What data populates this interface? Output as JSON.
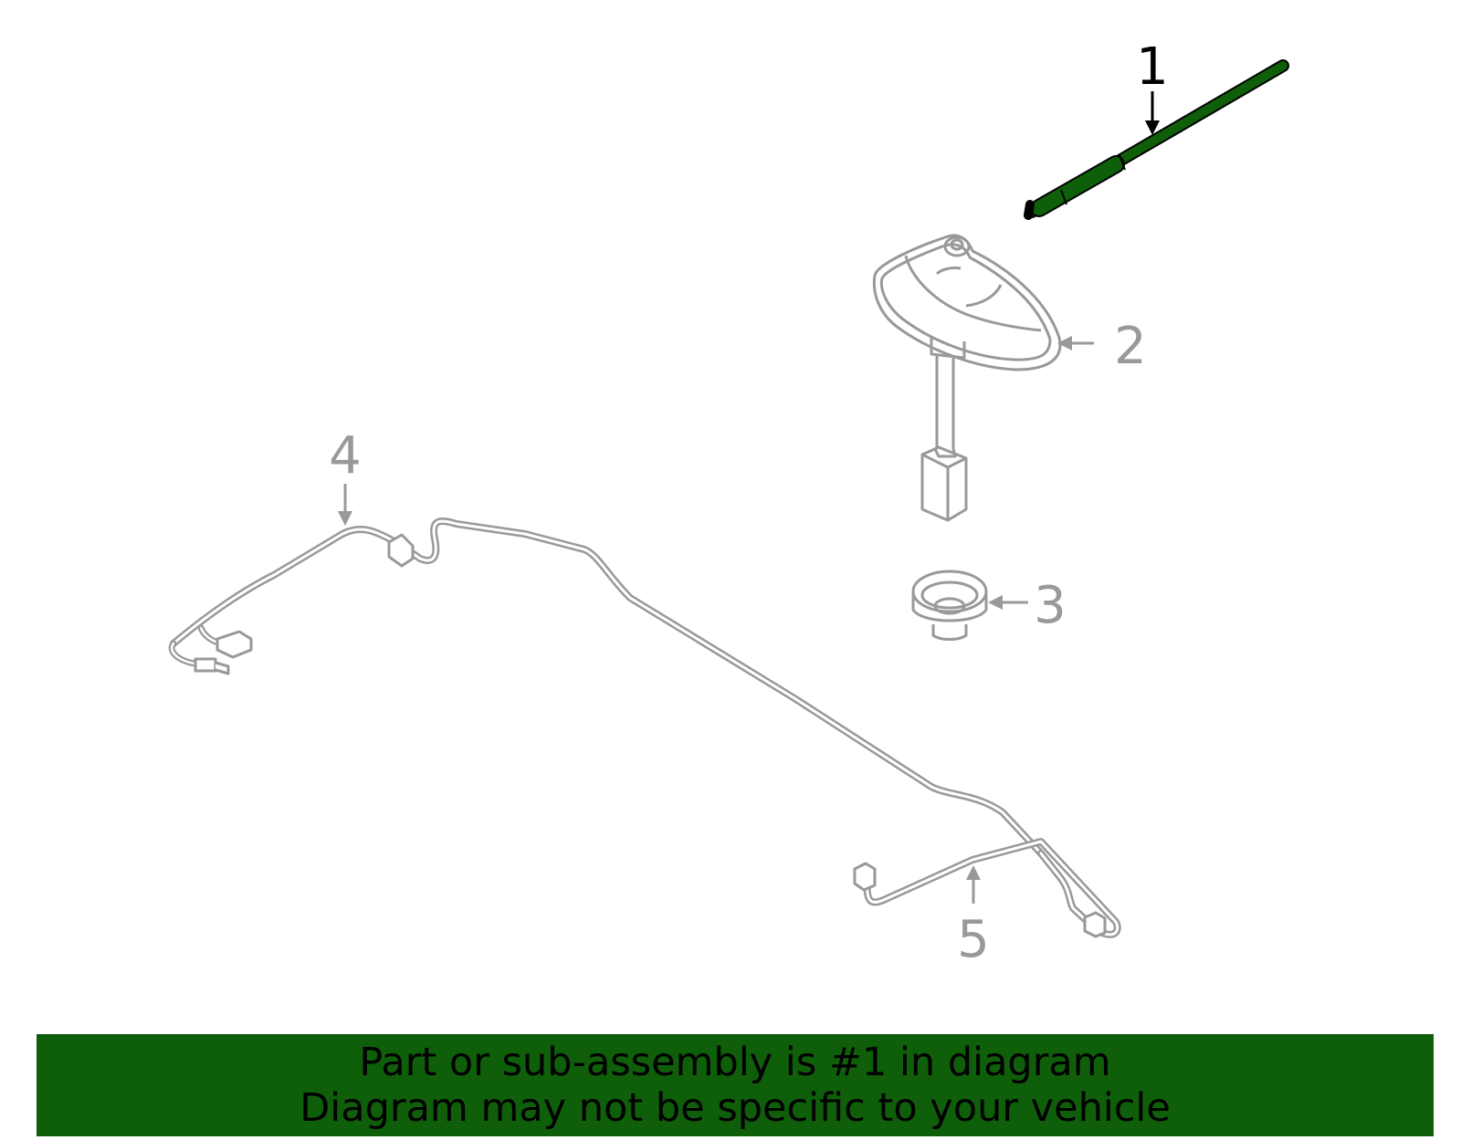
{
  "colors": {
    "highlight": "#0f5e0a",
    "outline": "#999999",
    "part_stroke": "#000000",
    "banner_bg": "#0f5e0a",
    "banner_text": "#000000"
  },
  "callouts": [
    {
      "id": "1",
      "label": "1",
      "part": "antenna-mast",
      "highlighted": true
    },
    {
      "id": "2",
      "label": "2",
      "part": "antenna-base"
    },
    {
      "id": "3",
      "label": "3",
      "part": "gasket"
    },
    {
      "id": "4",
      "label": "4",
      "part": "antenna-cable"
    },
    {
      "id": "5",
      "label": "5",
      "part": "extension-cable"
    }
  ],
  "banner": {
    "line1": "Part or sub-assembly is #1 in diagram",
    "line2": "Diagram may not be specific to your vehicle"
  }
}
